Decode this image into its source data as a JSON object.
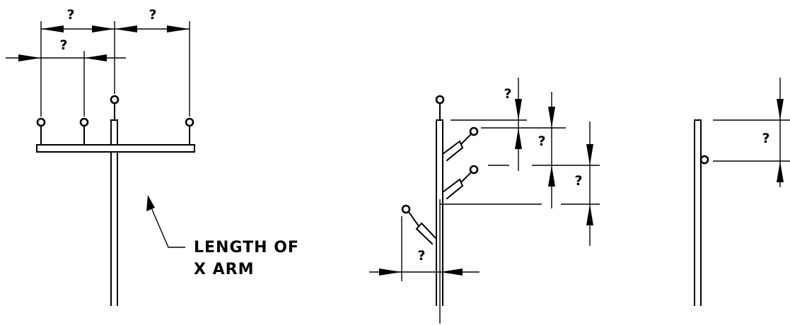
{
  "dimension_label": "?",
  "callout": {
    "line1": "LENGTH OF",
    "line2": "X ARM"
  },
  "views": [
    {
      "id": "crossarm-view",
      "dimension_count": 3,
      "insulator_count": 4
    },
    {
      "id": "bracket-view",
      "dimension_count": 4,
      "insulator_count": 4
    },
    {
      "id": "side-view",
      "dimension_count": 1,
      "insulator_count": 1
    }
  ]
}
